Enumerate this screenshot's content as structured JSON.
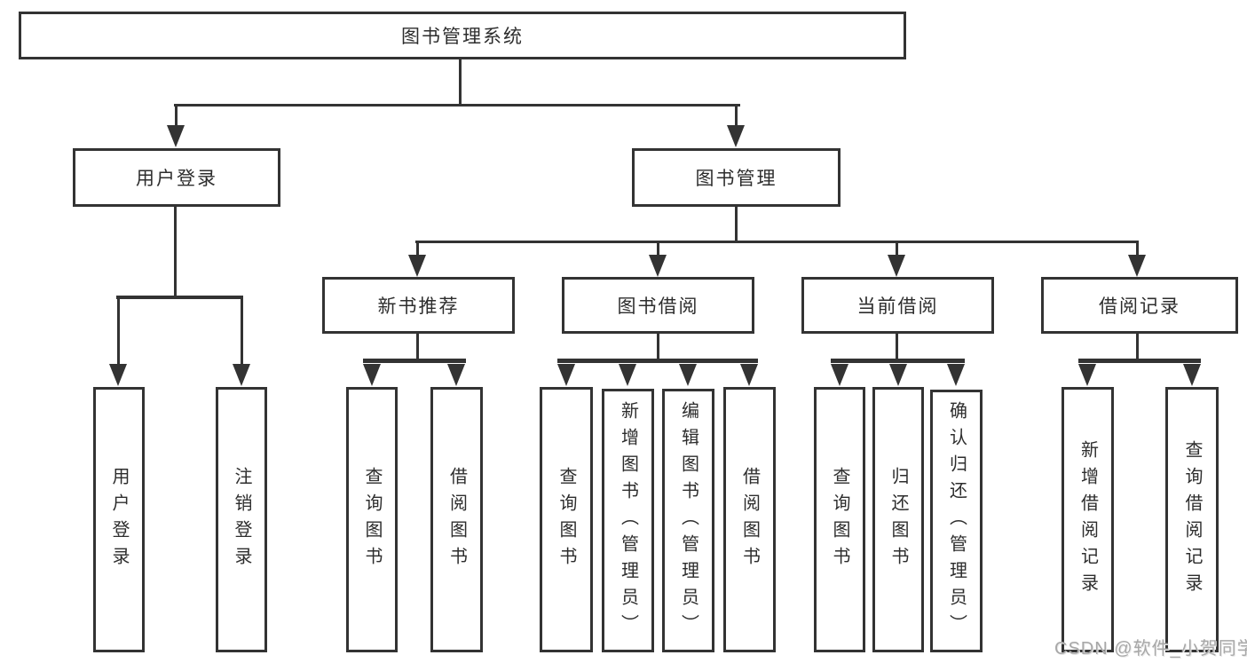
{
  "diagram": {
    "root": "图书管理系统",
    "level2": [
      "用户登录",
      "图书管理"
    ],
    "level3": [
      "新书推荐",
      "图书借阅",
      "当前借阅",
      "借阅记录"
    ],
    "leaves": {
      "user_login": [
        "用户登录",
        "注销登录"
      ],
      "new_book": [
        "查询图书",
        "借阅图书"
      ],
      "book_borrow": [
        "查询图书",
        "新增图书（管理员）",
        "编辑图书（管理员）",
        "借阅图书"
      ],
      "current_borrow": [
        "查询图书",
        "归还图书",
        "确认归还（管理员）"
      ],
      "borrow_records": [
        "新增借阅记录",
        "查询借阅记录"
      ]
    }
  },
  "watermark": "CSDN @软件_小贺同学",
  "colors": {
    "line": "#333333",
    "box_background": "#ffffff",
    "page_background": "#ffffff",
    "watermark": "#a8a8a8"
  }
}
